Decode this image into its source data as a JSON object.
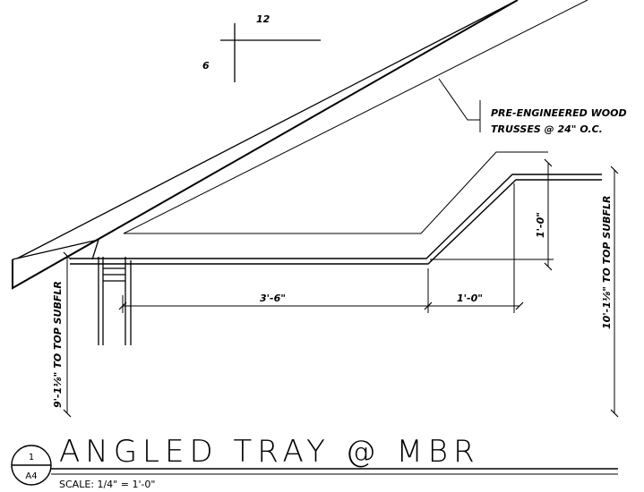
{
  "slope": {
    "run": "12",
    "rise": "6"
  },
  "callout": {
    "line1": "PRE-ENGINEERED WOOD",
    "line2": "TRUSSES @ 24\" O.C."
  },
  "dimensions": {
    "horizontal_flat": "3'-6\"",
    "horizontal_angled": "1'-0\"",
    "vertical_rise": "1'-0\"",
    "left_height": "9'-1⅛\" TO TOP SUBFLR",
    "right_height": "10'-1⅛\" TO TOP SUBFLR"
  },
  "title_block": {
    "detail_number": "1",
    "sheet_number": "A4",
    "title": "ANGLED TRAY @ MBR",
    "scale": "SCALE: 1/4\" = 1'-0\""
  }
}
